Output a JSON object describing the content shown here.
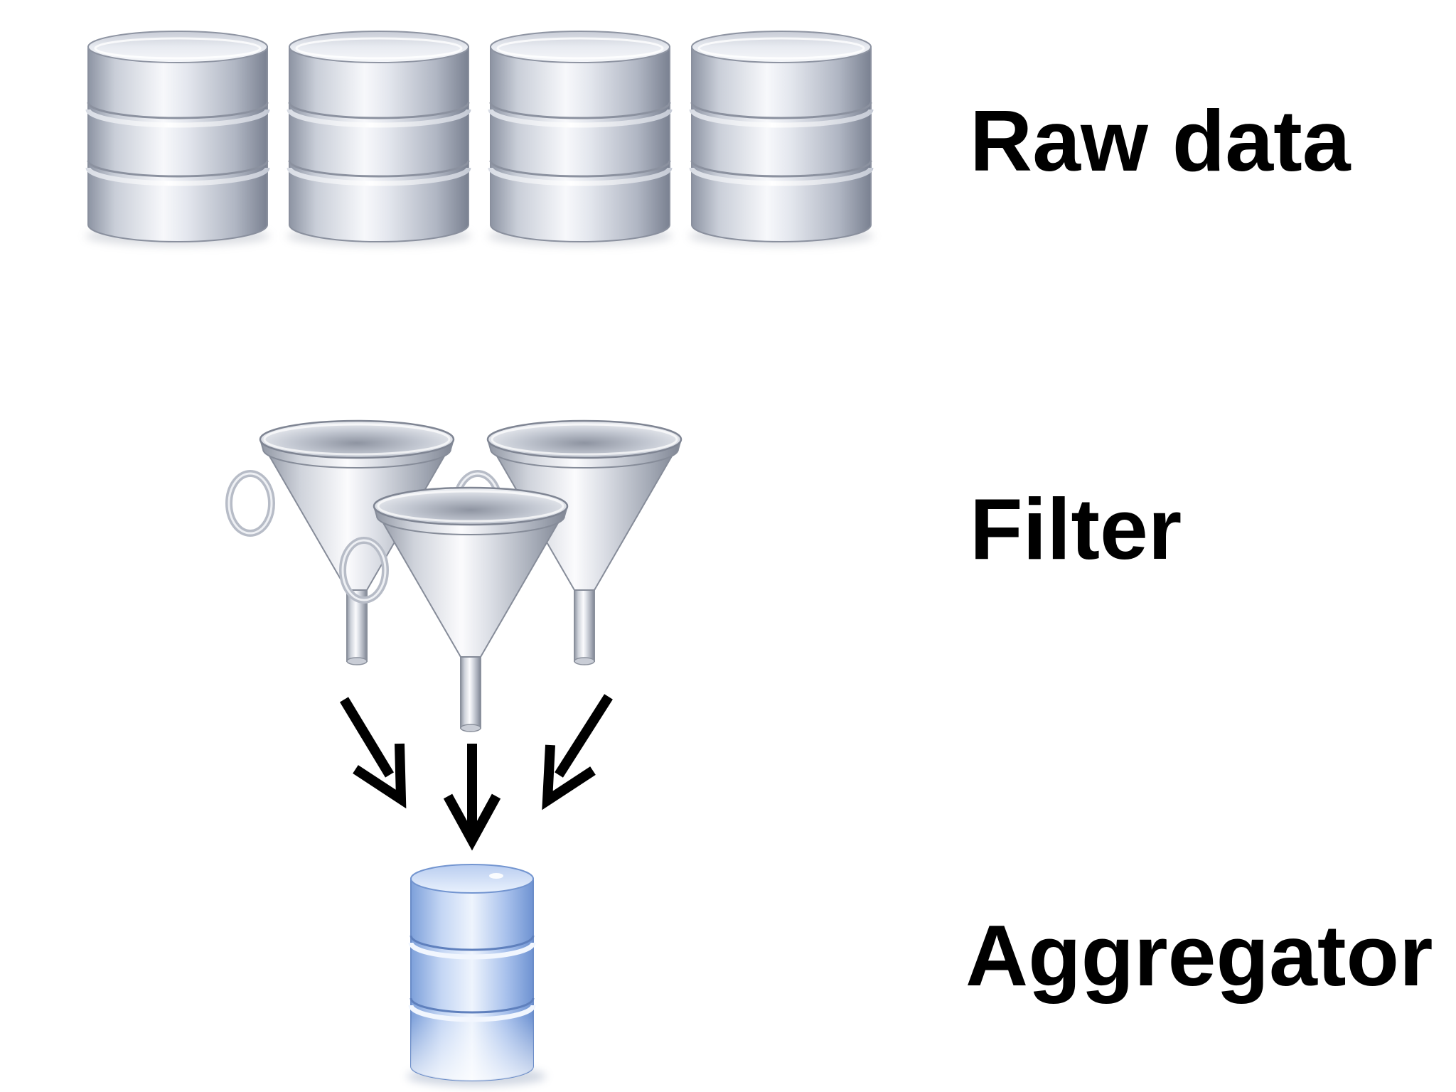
{
  "labels": {
    "raw_data": "Raw data",
    "filter": "Filter",
    "aggregator": "Aggregator"
  },
  "icons": {
    "raw_data_stores": [
      "database-icon",
      "database-icon",
      "database-icon",
      "database-icon"
    ],
    "filters": [
      "funnel-icon",
      "funnel-icon",
      "funnel-icon"
    ],
    "arrows": [
      "arrow-down-right-icon",
      "arrow-down-icon",
      "arrow-down-left-icon"
    ],
    "aggregator_store": "database-icon"
  },
  "colors": {
    "text": "#000000",
    "silver_light": "#f4f6fa",
    "silver_mid": "#b4bac6",
    "silver_dark": "#7d8494",
    "blue_light": "#e6effc",
    "blue_mid": "#9db8e6",
    "blue_dark": "#6487c8",
    "arrow": "#000000"
  }
}
